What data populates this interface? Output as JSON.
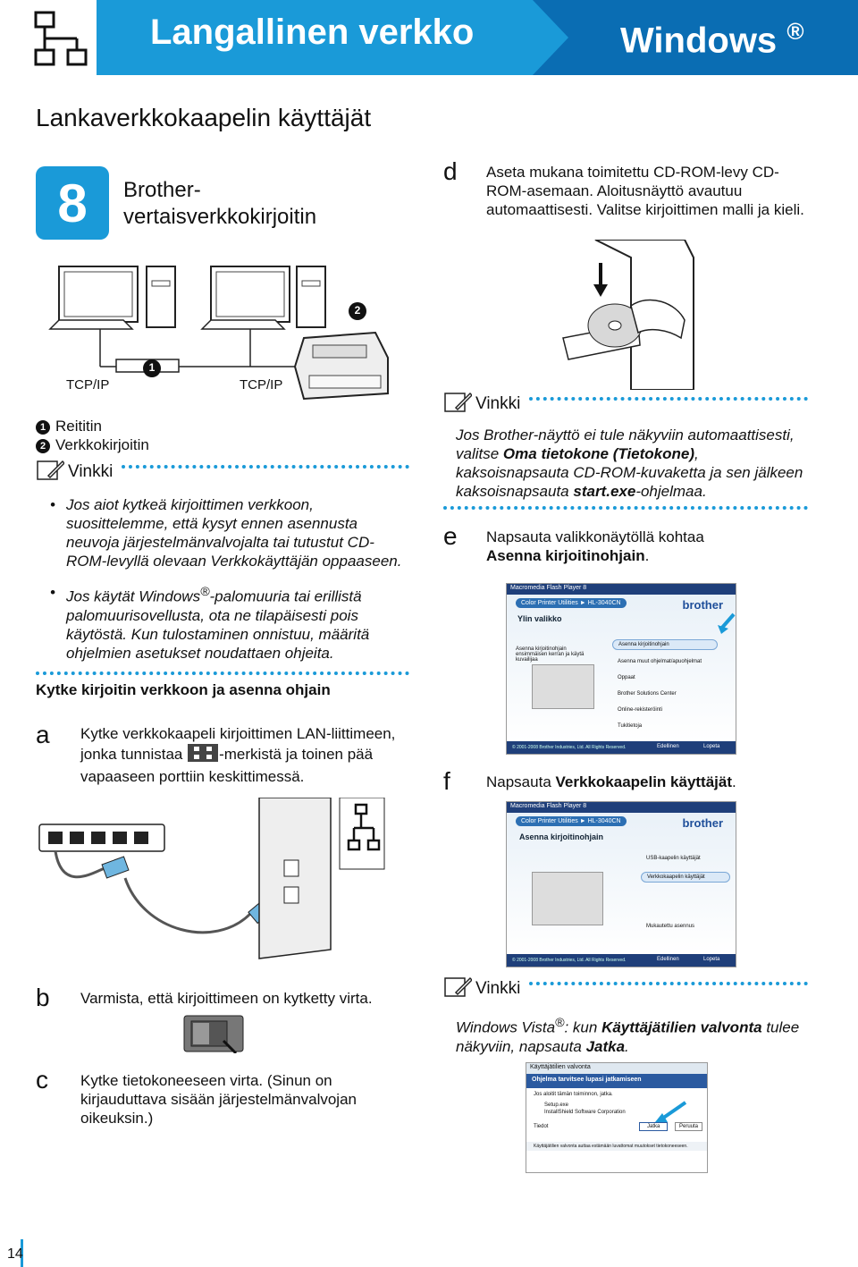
{
  "header": {
    "title": "Langallinen verkko",
    "platform": "Windows",
    "registered": "®"
  },
  "section_title": "Lankaverkkokaapelin käyttäjät",
  "step": {
    "number": "8",
    "title": "Brother-vertaisverkkokirjoitin"
  },
  "diagram": {
    "label_left": "TCP/IP",
    "label_right": "TCP/IP",
    "marker_1": "1",
    "marker_2": "2"
  },
  "legend": [
    {
      "num": "1",
      "text": "Reititin"
    },
    {
      "num": "2",
      "text": "Verkkokirjoitin"
    }
  ],
  "note1": {
    "title": "Vinkki",
    "bullet1": "Jos aiot kytkeä kirjoittimen verkkoon, suosittelemme, että kysyt ennen asennusta neuvoja järjestelmänvalvojalta tai tutustut CD-ROM-levyllä olevaan Verkkokäyttäjän oppaaseen.",
    "bullet2_a": "Jos käytät Windows",
    "bullet2_reg": "®",
    "bullet2_b": "-palomuuria tai erillistä palomuurisovellusta, ota ne tilapäisesti pois käytöstä. Kun tulostaminen onnistuu, määritä ohjelmien asetukset noudattaen ohjeita."
  },
  "subhead": "Kytke kirjoitin verkkoon ja asenna ohjain",
  "step_a": {
    "letter": "a",
    "text_1": "Kytke verkkokaapeli kirjoittimen LAN-liittimeen, jonka tunnistaa",
    "text_2": "-merkistä ja toinen pää vapaaseen porttiin keskittimessä."
  },
  "step_b": {
    "letter": "b",
    "text": "Varmista, että kirjoittimeen on kytketty virta."
  },
  "step_c": {
    "letter": "c",
    "text": "Kytke tietokoneeseen virta. (Sinun on kirjauduttava sisään järjestelmänvalvojan oikeuksin.)"
  },
  "step_d": {
    "letter": "d",
    "text": "Aseta mukana toimitettu CD-ROM-levy CD-ROM-asemaan. Aloitusnäyttö avautuu automaattisesti. Valitse kirjoittimen malli ja kieli."
  },
  "note2": {
    "title": "Vinkki",
    "t1": "Jos Brother-näyttö ei tule näkyviin automaattisesti, valitse",
    "b1": "Oma tietokone (Tietokone)",
    "t2": ", kaksoisnapsauta CD-ROM-kuvaketta ja sen jälkeen kaksoisnapsauta",
    "b2": "start.exe",
    "t3": "-ohjelmaa."
  },
  "step_e": {
    "letter": "e",
    "text": "Napsauta valikkonäytöllä kohtaa",
    "bold": "Asenna kirjoitinohjain",
    "end": "."
  },
  "screen1": {
    "window_title": "Macromedia Flash Player 8",
    "brand": "brother",
    "product": "Color Printer Utilities ► HL-3040CN",
    "heading": "Ylin valikko",
    "caption": "Asenna kirjoitinohjain ensimmäisen kerran ja käytä kuvailijaa",
    "menu": [
      "Asenna kirjoitinohjain",
      "Asenna muut ohjelmat/apuohjelmat",
      "Oppaat",
      "Brother Solutions Center",
      "Online-rekisteröinti",
      "Tukitietoja"
    ],
    "btn_back": "Edellinen",
    "btn_exit": "Lopeta",
    "copyright": "© 2001-2008 Brother Industries, Ltd. All Rights Reserved."
  },
  "step_f": {
    "letter": "f",
    "text": "Napsauta",
    "bold": "Verkkokaapelin käyttäjät",
    "end": "."
  },
  "screen2": {
    "window_title": "Macromedia Flash Player 8",
    "brand": "brother",
    "product": "Color Printer Utilities ► HL-3040CN",
    "heading": "Asenna kirjoitinohjain",
    "menu": [
      "USB-kaapelin käyttäjät",
      "Verkkokaapelin käyttäjät",
      "Mukautettu asennus"
    ],
    "btn_back": "Edellinen",
    "btn_exit": "Lopeta",
    "copyright": "© 2001-2008 Brother Industries, Ltd. All Rights Reserved."
  },
  "note3": {
    "title": "Vinkki",
    "t1": "Windows Vista",
    "reg": "®",
    "t2": ": kun",
    "b1": "Käyttäjätilien valvonta",
    "t3": "tulee näkyviin, napsauta",
    "b2": "Jatka",
    "t4": "."
  },
  "screen3": {
    "title": "Käyttäjätilien valvonta",
    "banner": "Ohjelma tarvitsee lupasi jatkamiseen",
    "line": "Jos aloitit tämän toiminnon, jatka.",
    "app": "Setup.exe",
    "publisher": "InstallShield Software Corporation",
    "details": "Tiedot",
    "btn_continue": "Jatka",
    "btn_cancel": "Peruuta",
    "footer": "Käyttäjätilien valvonta auttaa estämään luvattomat muutokset tietokoneeseen."
  },
  "page_number": "14",
  "colors": {
    "accent": "#1a9ad8",
    "accent_dark": "#0a6db3"
  }
}
